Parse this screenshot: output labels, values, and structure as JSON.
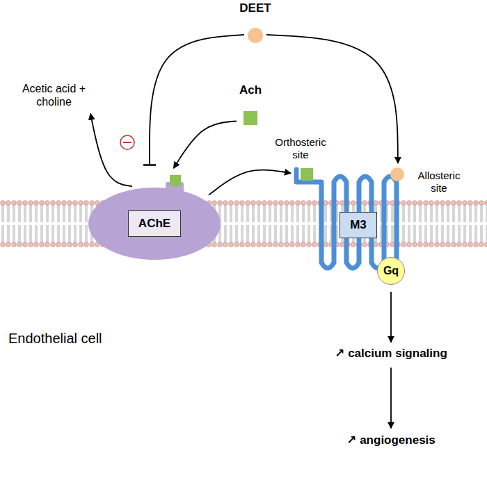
{
  "diagram": {
    "nodes": [
      {
        "text": [
          "DEET"
        ]
      },
      {
        "text": [
          "Ach"
        ]
      },
      {
        "text": [
          "Acetic acid + choline"
        ]
      },
      {
        "text": [
          "AChE"
        ]
      },
      {
        "text": [
          "M3"
        ]
      },
      {
        "text": [
          "Gq"
        ]
      },
      {
        "text": [
          "↗ calcium signaling"
        ]
      },
      {
        "text": [
          "↗ angiogenesis"
        ]
      }
    ],
    "edges": [
      {
        "from": 0,
        "to": 3,
        "arrow": "to"
      },
      {
        "from": 0,
        "to": 4,
        "arrow": "to"
      },
      {
        "from": 1,
        "to": 3,
        "arrow": "to"
      },
      {
        "from": 3,
        "to": 2,
        "arrow": "to"
      },
      {
        "from": 3,
        "to": 4,
        "arrow": "to"
      },
      {
        "from": 5,
        "to": 6,
        "arrow": "to"
      },
      {
        "from": 6,
        "to": 7,
        "arrow": "to"
      }
    ],
    "labels": [
      "Orthosteric site",
      "Allosteric site",
      "Endothelial cell"
    ]
  }
}
